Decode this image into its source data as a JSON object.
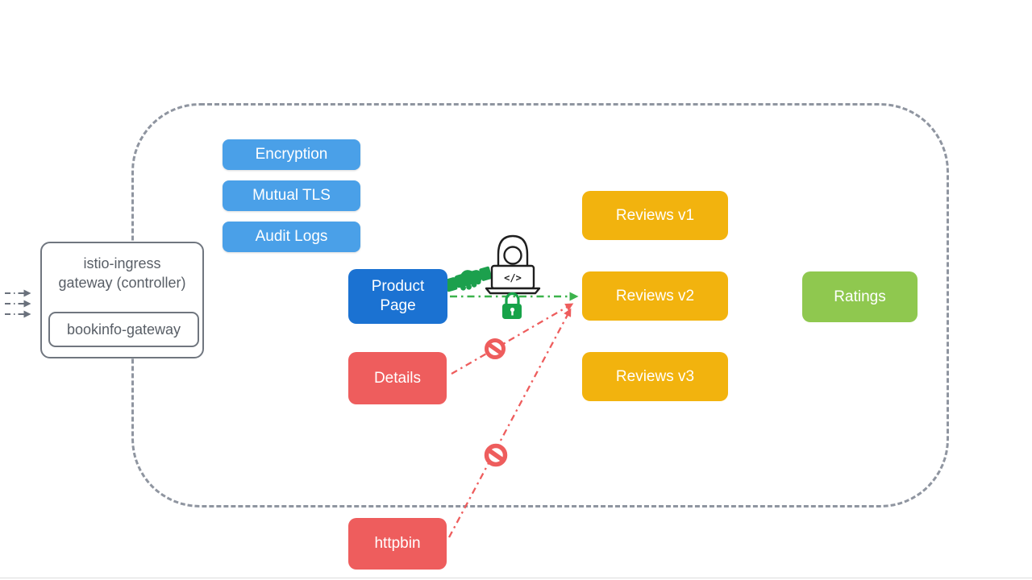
{
  "colors": {
    "policy_blue": "#4AA0E8",
    "product_blue": "#1B72D2",
    "reviews_yellow": "#F2B30E",
    "ratings_green": "#8FC84F",
    "service_red": "#EE5D5D",
    "boundary_gray": "#8F95A0",
    "gateway_text_gray": "#585E66",
    "allowed_line_green": "#3CB34C",
    "denied_line_red": "#EE5D5D",
    "lock_green": "#17A349",
    "handshake_green": "#1CA04D"
  },
  "mesh": {
    "policies": [
      {
        "label": "Encryption"
      },
      {
        "label": "Mutual TLS"
      },
      {
        "label": "Audit Logs"
      }
    ]
  },
  "gateway": {
    "title_line1": "istio-ingress",
    "title_line2": "gateway (controller)",
    "resource": "bookinfo-gateway"
  },
  "services": {
    "product_page": {
      "label": "Product Page"
    },
    "details": {
      "label": "Details"
    },
    "httpbin": {
      "label": "httpbin"
    },
    "reviews_v1": {
      "label": "Reviews v1"
    },
    "reviews_v2": {
      "label": "Reviews v2"
    },
    "reviews_v3": {
      "label": "Reviews v3"
    },
    "ratings": {
      "label": "Ratings"
    }
  },
  "icons": {
    "developer_laptop_glyph": "</>"
  }
}
